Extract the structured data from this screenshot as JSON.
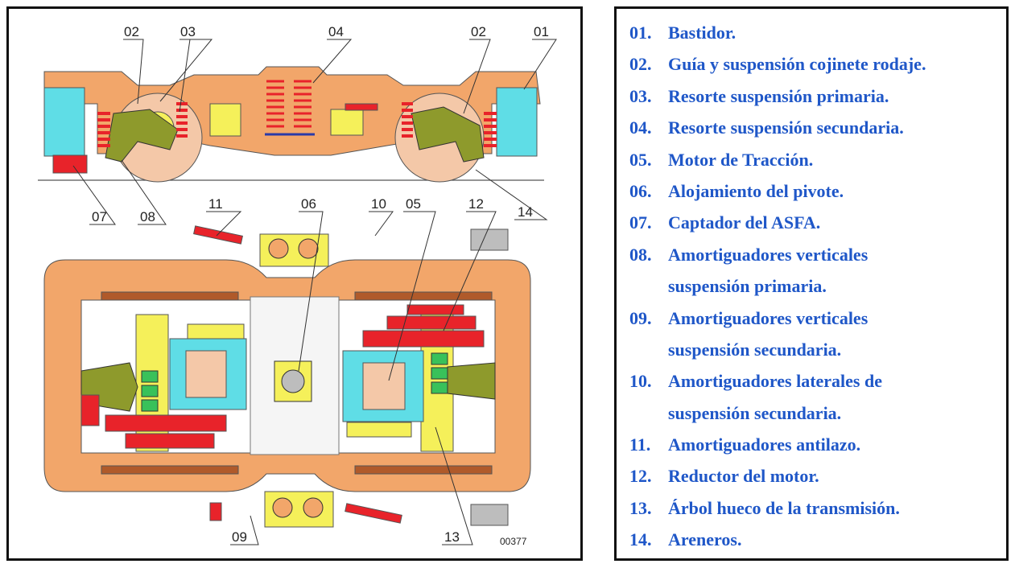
{
  "diagram": {
    "callouts": {
      "c01": "01",
      "c02a": "02",
      "c02b": "02",
      "c03": "03",
      "c04": "04",
      "c05": "05",
      "c06": "06",
      "c07": "07",
      "c08": "08",
      "c09": "09",
      "c10": "10",
      "c11": "11",
      "c12": "12",
      "c13": "13",
      "c14": "14"
    },
    "figure_code": "00377",
    "colors": {
      "frame": "#f2a66a",
      "wheel": "#f4c8a8",
      "spring": "#e8232a",
      "yellow": "#f5f05a",
      "cyan": "#5fdde6",
      "olive": "#8e9a2c",
      "green": "#39c15a",
      "gray": "#bdbdbd"
    }
  },
  "legend": [
    {
      "num": "01.",
      "text": "Bastidor."
    },
    {
      "num": "02.",
      "text": "Guía y suspensión cojinete rodaje."
    },
    {
      "num": "03.",
      "text": "Resorte suspensión primaria."
    },
    {
      "num": "04.",
      "text": "Resorte suspensión secundaria."
    },
    {
      "num": "05.",
      "text": "Motor de Tracción."
    },
    {
      "num": "06.",
      "text": "Alojamiento del pivote."
    },
    {
      "num": "07.",
      "text": "Captador del ASFA."
    },
    {
      "num": "08.",
      "text": "Amortiguadores verticales",
      "cont": "suspensión  primaria."
    },
    {
      "num": "09.",
      "text": "Amortiguadores verticales",
      "cont": "suspensión secundaria."
    },
    {
      "num": "10.",
      "text": "Amortiguadores laterales de",
      "cont": "suspensión secundaria."
    },
    {
      "num": "11.",
      "text": "Amortiguadores antilazo."
    },
    {
      "num": "12.",
      "text": "Reductor del motor."
    },
    {
      "num": "13.",
      "text": "Árbol hueco de la transmisión."
    },
    {
      "num": "14.",
      "text": "Areneros."
    }
  ]
}
